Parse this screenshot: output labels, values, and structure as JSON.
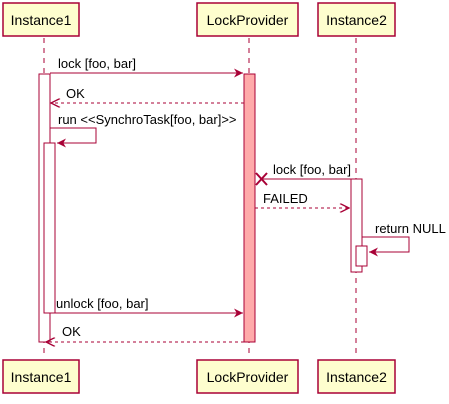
{
  "colors": {
    "accent": "#a80036",
    "participant_fill": "#fefece",
    "activation_fill": "#ffffff",
    "lock_provider_activation_fill": "#ffaaaa",
    "lifeline": "#a80036"
  },
  "participants": [
    {
      "id": "instance1",
      "name": "Instance1"
    },
    {
      "id": "lockprovider",
      "name": "LockProvider"
    },
    {
      "id": "instance2",
      "name": "Instance2"
    }
  ],
  "messages": [
    {
      "id": "m1",
      "label": "lock [foo, bar]",
      "style": "solid",
      "from": "instance1",
      "to": "lockprovider"
    },
    {
      "id": "m2",
      "label": "OK",
      "style": "dashed",
      "from": "lockprovider",
      "to": "instance1"
    },
    {
      "id": "m3",
      "label": "run <<SynchroTask[foo, bar]>>",
      "style": "solid",
      "from": "instance1",
      "to": "instance1"
    },
    {
      "id": "m4",
      "label": "lock [foo, bar]",
      "style": "solid-lost",
      "from": "instance2",
      "to": "lockprovider"
    },
    {
      "id": "m5",
      "label": "FAILED",
      "style": "dashed",
      "from": "lockprovider",
      "to": "instance2"
    },
    {
      "id": "m6",
      "label": "return NULL",
      "style": "solid",
      "from": "instance2",
      "to": "instance2"
    },
    {
      "id": "m7",
      "label": "unlock [foo, bar]",
      "style": "solid",
      "from": "instance1",
      "to": "lockprovider"
    },
    {
      "id": "m8",
      "label": "OK",
      "style": "dashed",
      "from": "lockprovider",
      "to": "instance1"
    }
  ]
}
